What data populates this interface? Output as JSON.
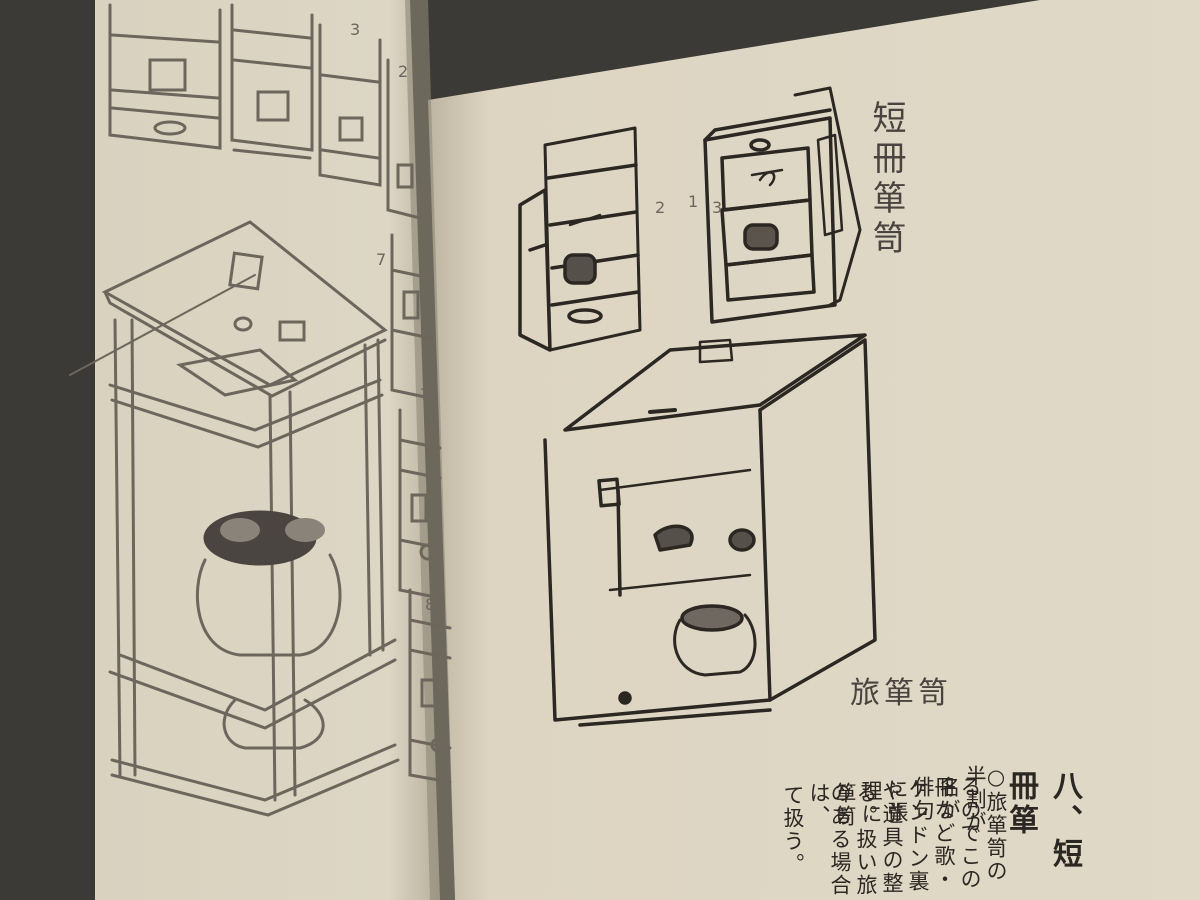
{
  "captions": {
    "tanzaku": "短冊箪笥",
    "tabi": "旅箪笥"
  },
  "section": {
    "heading": "八、短冊箪",
    "lines": [
      "○旅箪笥の半割が",
      "るのでこの名が",
      "冊など歌・俳句",
      "ケンドン裏に張",
      "や道具の整理に",
      "る。扱い旅箪笥",
      "のある場合は、",
      "て扱う。"
    ]
  },
  "figure_numbers": [
    "3",
    "2",
    "2",
    "1",
    "3",
    "7",
    "7",
    "8"
  ],
  "colors": {
    "paper_left": "#ddd6c4",
    "paper_right": "#ddd5c2",
    "ink": "#2b2722",
    "pencil": "#8a8379"
  }
}
